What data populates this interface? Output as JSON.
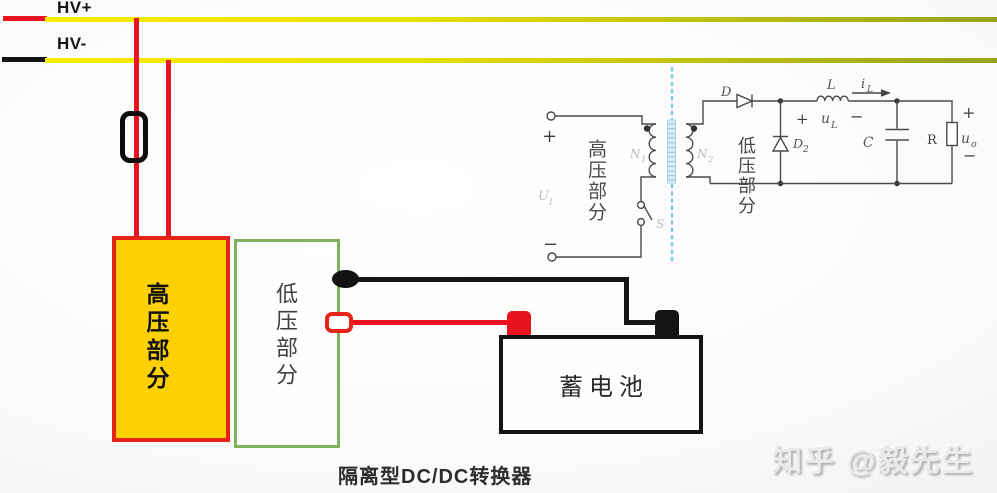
{
  "power_rails": {
    "hv_plus_label": "HV+",
    "hv_minus_label": "HV-"
  },
  "hv_box": {
    "label": "高压部分"
  },
  "lv_box": {
    "label": "低压部分"
  },
  "battery": {
    "label": "蓄电池"
  },
  "caption": "隔离型DC/DC转换器",
  "watermark": "知乎 @毅先生",
  "schematic": {
    "hv_section_label": "高压部分",
    "lv_section_label": "低压部分",
    "input_plus": "+",
    "input_minus": "−",
    "input_voltage": {
      "sym": "U",
      "sub": "1"
    },
    "primary_winding": {
      "sym": "N",
      "sub": "1"
    },
    "secondary_winding": {
      "sym": "N",
      "sub": "2"
    },
    "switch_label": "S",
    "diode_label": "D",
    "freewheel_diode": {
      "sym": "D",
      "sub": "2"
    },
    "inductor_label": "L",
    "inductor_current": {
      "sym": "i",
      "sub": "L"
    },
    "inductor_voltage_plus": "+",
    "inductor_voltage": {
      "sym": "u",
      "sub": "L"
    },
    "inductor_voltage_minus": "−",
    "capacitor_label": "C",
    "resistor_label": "R",
    "output_plus": "+",
    "output_voltage": {
      "sym": "u",
      "sub": "o"
    },
    "output_minus": "−"
  },
  "colors": {
    "rail-red": "#e8131f",
    "rail-black": "#141414",
    "yellow-bright": "#f8ee00",
    "yellow-olive": "#95a31e",
    "hv-fill": "#fdd106",
    "hv-border": "#e6231b",
    "lv-border": "#7fb25e",
    "isolation-cyan": "#7cc9e5",
    "schematic-ink": "#4a4a4a",
    "faint-ink": "#bdbdbd"
  }
}
